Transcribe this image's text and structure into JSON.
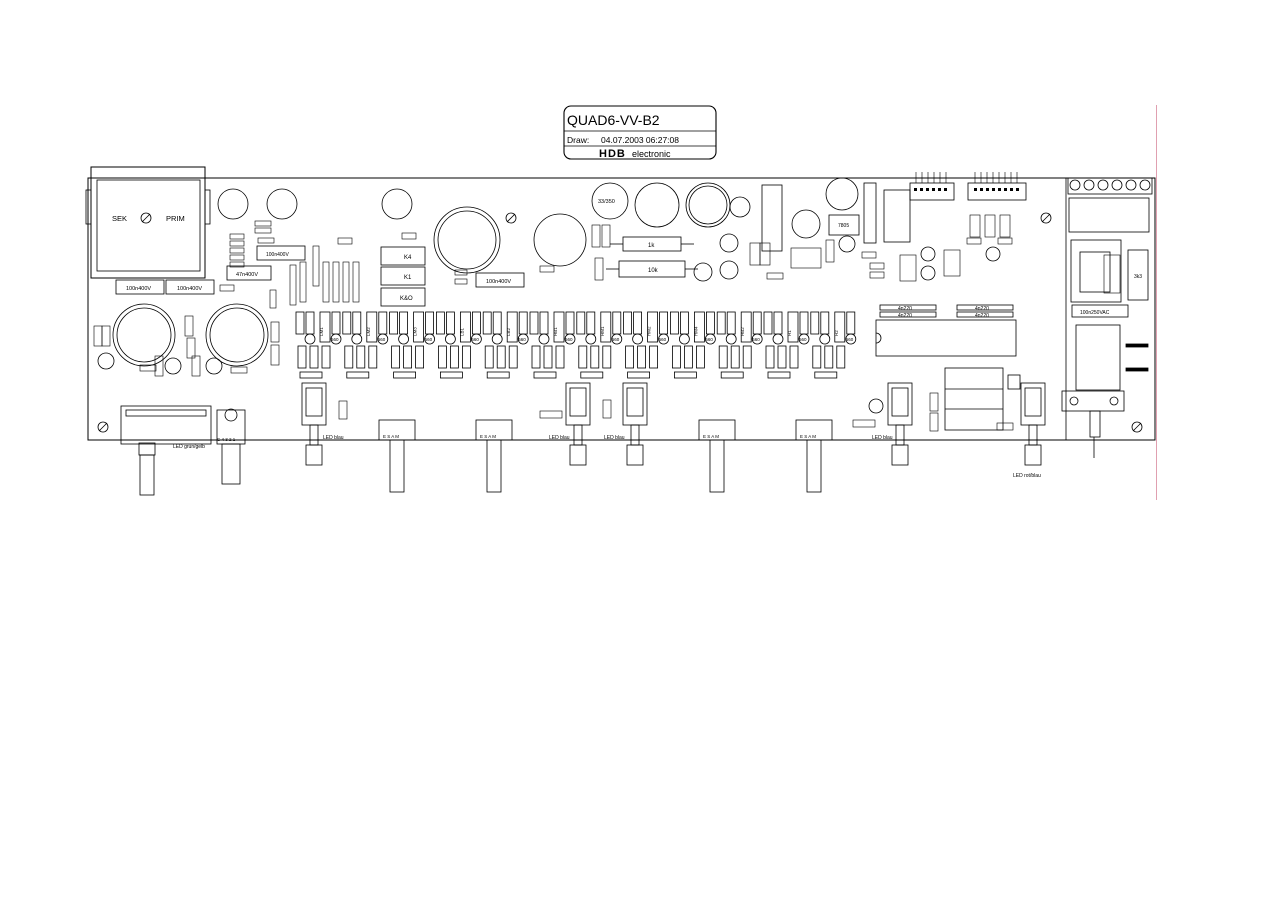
{
  "title_block": {
    "name": "QUAD6-VV-B2",
    "draw_label": "Draw:",
    "draw_timestamp": "04.07.2003 06:27:08",
    "company_logo": "HDB",
    "company": "electronic"
  },
  "transformer": {
    "secondary": "SEK",
    "primary": "PRIM"
  },
  "capacitors": {
    "c1": "100n400V",
    "c2": "100n400V",
    "c3": "47n400V",
    "c4": "100n400V",
    "c5": "100n400V",
    "c6": "33/350",
    "c7": "100n250VAC"
  },
  "resistors": {
    "r1": "1k",
    "r2": "10k",
    "r3": "3k3"
  },
  "relays": {
    "k1": "K4",
    "k2": "K1",
    "k3": "K&O"
  },
  "regulator": "7805",
  "channel_ics": [
    "LM1",
    "LM2",
    "LM3",
    "LB1",
    "LB2",
    "HB1",
    "HM1",
    "HM2",
    "HM4",
    "HB2",
    "H1",
    "H2"
  ],
  "channel_value": "560",
  "ic_labels": {
    "top_left": "4n220",
    "bottom_left": "4n220",
    "top_right": "4n220",
    "bottom_right": "4n220"
  },
  "led_labels": {
    "led1": "LED grün/gelb",
    "led2": "LED blau",
    "led3": "LED blau",
    "led4": "LED blau",
    "led5": "LED blau",
    "led6": "LED rot/blau"
  },
  "pot_pins": "E S A M",
  "pot_pins_small": "C 4 3 2 1"
}
